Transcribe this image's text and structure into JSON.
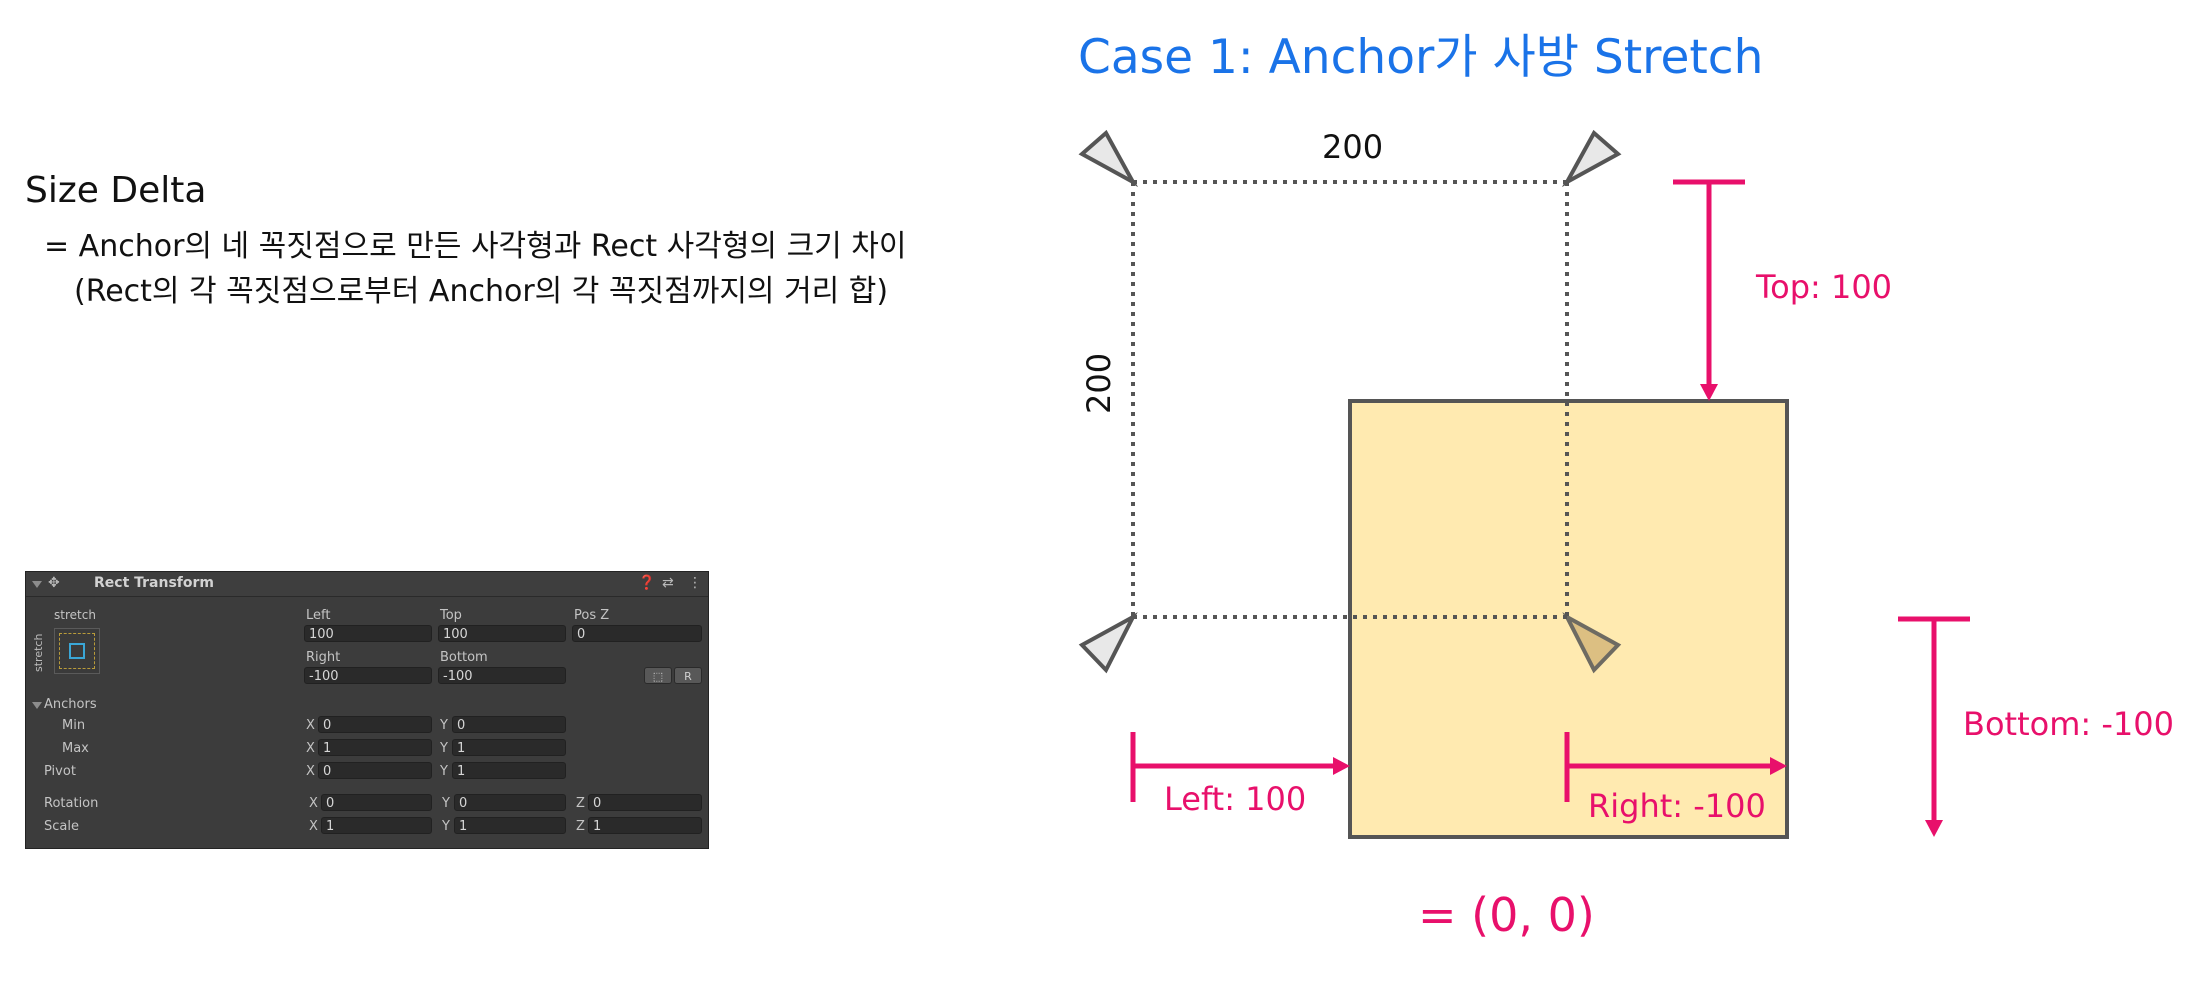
{
  "left_text": {
    "title": "Size Delta",
    "line1": "= Anchor의 네 꼭짓점으로 만든 사각형과 Rect 사각형의 크기 차이",
    "line2": "(Rect의 각 꼭짓점으로부터 Anchor의 각 꼭짓점까지의 거리 합)"
  },
  "inspector": {
    "header_title": "Rect Transform",
    "icons": [
      "collapse-triangle-icon",
      "move-icon",
      "help-icon",
      "settings-icon",
      "more-icon"
    ],
    "stretch_top_label": "stretch",
    "stretch_side_label": "stretch",
    "labels": {
      "left": "Left",
      "top": "Top",
      "posz": "Pos Z",
      "right": "Right",
      "bottom": "Bottom",
      "anchors": "Anchors",
      "min": "Min",
      "max": "Max",
      "pivot": "Pivot",
      "rotation": "Rotation",
      "scale": "Scale"
    },
    "values": {
      "left": "100",
      "top": "100",
      "posz": "0",
      "right": "-100",
      "bottom": "-100",
      "min_x": "0",
      "min_y": "0",
      "max_x": "1",
      "max_y": "1",
      "pivot_x": "0",
      "pivot_y": "1",
      "rot_x": "0",
      "rot_y": "0",
      "rot_z": "0",
      "scale_x": "1",
      "scale_y": "1",
      "scale_z": "1"
    },
    "axes": {
      "x": "X",
      "y": "Y",
      "z": "Z"
    },
    "buttons": {
      "blueprint": "⬚",
      "raw": "R"
    }
  },
  "diagram": {
    "title": "Case 1: Anchor가 사방 Stretch",
    "width_label": "200",
    "height_label": "200",
    "top_label": "Top: 100",
    "bottom_label": "Bottom: -100",
    "left_label": "Left: 100",
    "right_label": "Right: -100",
    "result": "= (0, 0)",
    "colors": {
      "title": "#1a73e8",
      "margin": "#e8106b",
      "rect_fill": "#ffeab0",
      "rect_stroke": "#555555"
    }
  }
}
